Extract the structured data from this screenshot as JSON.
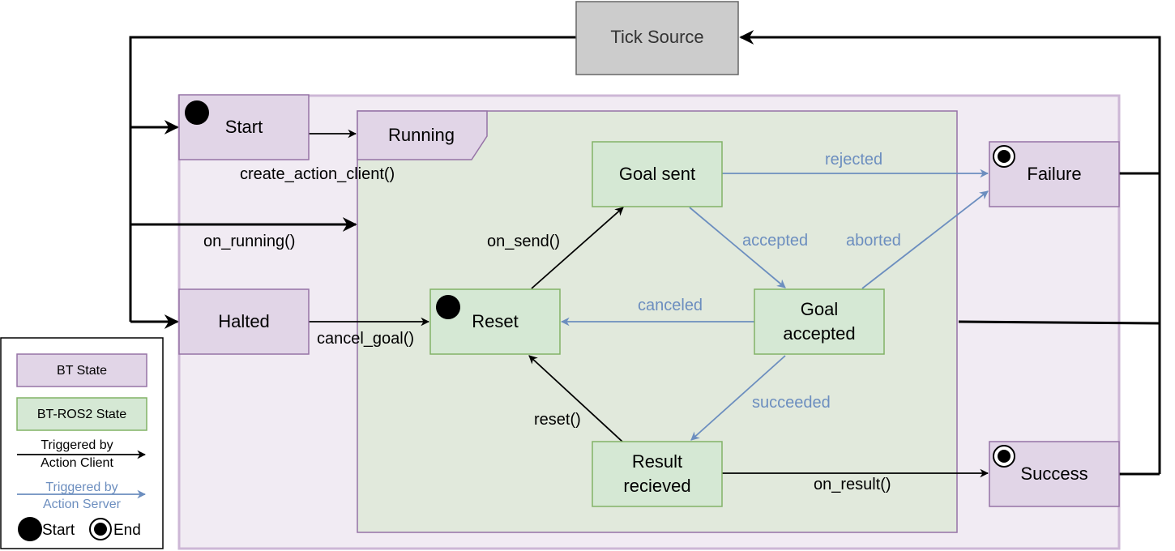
{
  "nodes": {
    "tick_source": "Tick Source",
    "start": "Start",
    "running": "Running",
    "halted": "Halted",
    "goal_sent": "Goal sent",
    "reset": "Reset",
    "goal_accepted": [
      "Goal",
      "accepted"
    ],
    "result_received": [
      "Result",
      "recieved"
    ],
    "failure": "Failure",
    "success": "Success"
  },
  "edge_labels": {
    "create_action_client": "create_action_client()",
    "on_running": "on_running()",
    "cancel_goal": "cancel_goal()",
    "on_send": "on_send()",
    "reset_fn": "reset()",
    "on_result": "on_result()",
    "rejected": "rejected",
    "accepted": "accepted",
    "aborted": "aborted",
    "canceled": "canceled",
    "succeeded": "succeeded"
  },
  "legend": {
    "bt_state": "BT State",
    "bt_ros2_state": "BT-ROS2 State",
    "client": [
      "Triggered by",
      "Action Client"
    ],
    "server": [
      "Triggered by",
      "Action Server"
    ],
    "start": "Start",
    "end": "End"
  },
  "colors": {
    "bt_fill": "#e1d5e7",
    "bt_stroke": "#9673a6",
    "ros_fill": "#d5e8d4",
    "ros_stroke": "#82b366",
    "server_arrow": "#6c8ebf",
    "tick_fill": "#cccccc"
  }
}
